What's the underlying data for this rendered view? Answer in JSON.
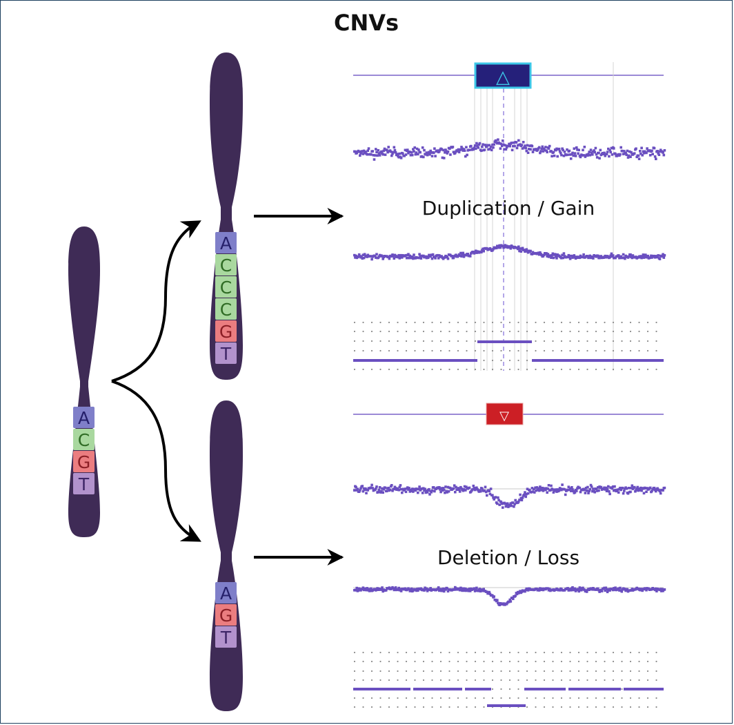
{
  "title": "CNVs",
  "original_bases": [
    "A",
    "C",
    "G",
    "T"
  ],
  "duplication_bases": [
    "A",
    "C",
    "C",
    "C",
    "G",
    "T"
  ],
  "deletion_bases": [
    "A",
    "G",
    "T"
  ],
  "duplication_label": "Duplication / Gain",
  "deletion_label": "Deletion / Loss",
  "gain_symbol": "△",
  "loss_symbol": "▽",
  "colors": {
    "chromosome": "#3f2b56",
    "A": "#7f7fc9",
    "C": "#a9d89f",
    "G": "#eb7d80",
    "T": "#b292cc",
    "A_text": "#25206b",
    "C_text": "#2f6b25",
    "G_text": "#8b1e25",
    "T_text": "#3e2566",
    "data_points": "#6a4fc0",
    "gain_box": "#25207a",
    "gain_border": "#3cc7e8",
    "loss_box": "#cc1f25",
    "arrow": "#000000",
    "title": "#111111"
  }
}
